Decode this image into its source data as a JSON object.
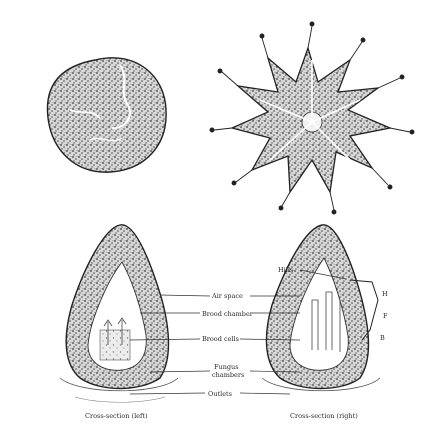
{
  "labels": {
    "hills": "Hills",
    "air_space": "Air space",
    "brood_chamber": "Brood chamber",
    "brood_cells": "Brood cells",
    "fungus_chambers": [
      "Fungus",
      "chambers"
    ],
    "outlets": "Outlets",
    "margin_marks": [
      "H",
      "F",
      "B"
    ]
  },
  "captions": {
    "left": "Cross-section (left)",
    "right": "Cross-section (right)"
  },
  "palette": {
    "ink": "#2a2a2a",
    "paper": "#ffffff",
    "shade": "#6a6a6a"
  }
}
